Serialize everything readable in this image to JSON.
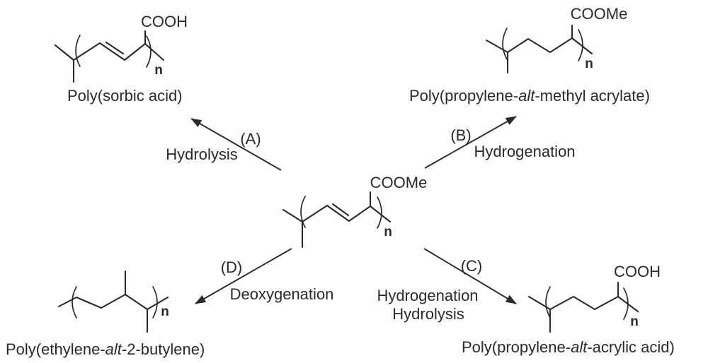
{
  "scheme": {
    "center_structure": {
      "substituent": "COOMe",
      "repeat_subscript": "n"
    },
    "products": {
      "top_left": {
        "substituent": "COOH",
        "repeat_subscript": "n",
        "name": "Poly(sorbic acid)"
      },
      "top_right": {
        "substituent": "COOMe",
        "repeat_subscript": "n",
        "name_prefix": "Poly(propylene-",
        "name_italic": "alt",
        "name_suffix": "-methyl acrylate)"
      },
      "bottom_left": {
        "repeat_subscript": "n",
        "name_prefix": "Poly(ethylene-",
        "name_italic": "alt",
        "name_suffix": "-2-butylene)"
      },
      "bottom_right": {
        "substituent": "COOH",
        "repeat_subscript": "n",
        "name_prefix": "Poly(propylene-",
        "name_italic": "alt",
        "name_suffix": "-acrylic acid)"
      }
    },
    "reactions": {
      "a": {
        "label": "(A)",
        "name": "Hydrolysis"
      },
      "b": {
        "label": "(B)",
        "name": "Hydrogenation"
      },
      "c": {
        "label": "(C)",
        "name_line1": "Hydrogenation",
        "name_line2": "Hydrolysis"
      },
      "d": {
        "label": "(D)",
        "name": "Deoxygenation"
      }
    }
  },
  "colors": {
    "ink": "#2a2a2a",
    "background": "#ffffff"
  }
}
